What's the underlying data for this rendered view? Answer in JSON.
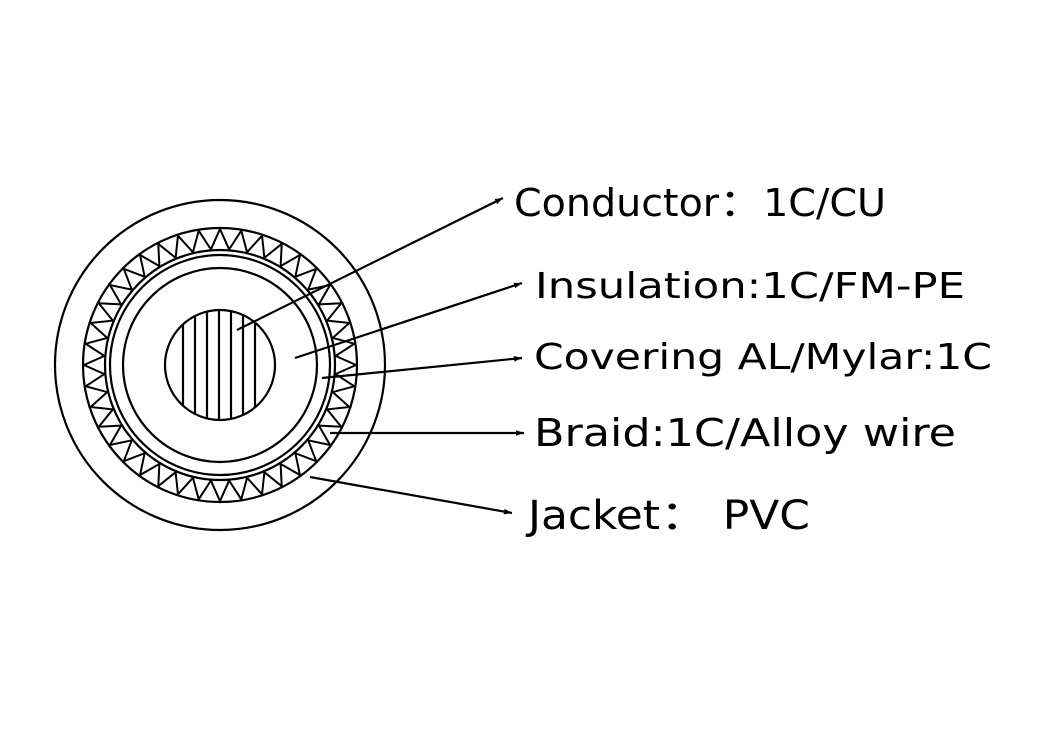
{
  "labels": {
    "conductor": "Conductor：1C/CU",
    "insulation": "Insulation:1C/FM-PE",
    "covering": "Covering AL/Mylar:1C",
    "braid": "Braid:1C/Alloy wire",
    "jacket": "Jacket： PVC"
  },
  "colors": {
    "line": "#000000",
    "background": "#ffffff"
  }
}
